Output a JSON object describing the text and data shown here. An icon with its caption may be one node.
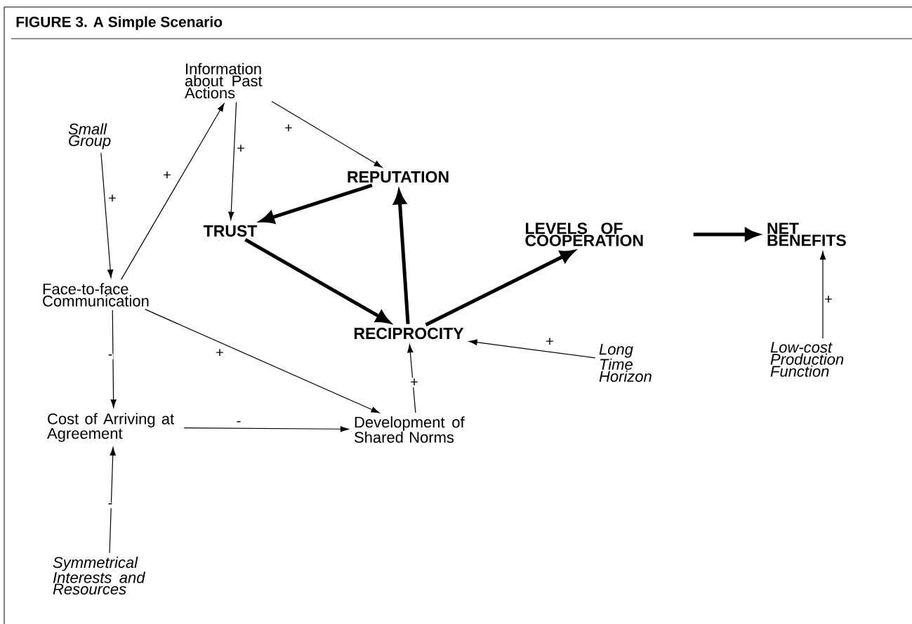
{
  "diagram": {
    "title": "FIGURE 3. A Simple Scenario",
    "nodes": [
      {
        "text": [
          "Information about Past Actions"
        ]
      },
      {
        "text": [
          "Small Group"
        ]
      },
      {
        "text": [
          "REPUTATION"
        ]
      },
      {
        "text": [
          "TRUST"
        ]
      },
      {
        "text": [
          "LEVELS OF COOPERATION"
        ]
      },
      {
        "text": [
          "NET BENEFITS"
        ]
      },
      {
        "text": [
          "Face-to-face Communication"
        ]
      },
      {
        "text": [
          "RECIPROCITY"
        ]
      },
      {
        "text": [
          "Long Time Horizon"
        ]
      },
      {
        "text": [
          "Low-cost Production Function"
        ]
      },
      {
        "text": [
          "Cost of Arriving at Agreement"
        ]
      },
      {
        "text": [
          "Development of Shared Norms"
        ]
      },
      {
        "text": [
          "Symmetrical Interests and Resources"
        ]
      }
    ],
    "edges": [
      {
        "from": 6,
        "to": 0,
        "arrow": "to",
        "label": "+"
      },
      {
        "from": 0,
        "to": 3,
        "arrow": "to",
        "label": "+"
      },
      {
        "from": 0,
        "to": 2,
        "arrow": "to",
        "label": "+"
      },
      {
        "from": 1,
        "to": 6,
        "arrow": "to",
        "label": "+"
      },
      {
        "from": 2,
        "to": 3,
        "arrow": "to",
        "style": "thick"
      },
      {
        "from": 3,
        "to": 7,
        "arrow": "to",
        "style": "thick"
      },
      {
        "from": 7,
        "to": 2,
        "arrow": "to",
        "style": "thick"
      },
      {
        "from": 7,
        "to": 4,
        "arrow": "to",
        "style": "thick"
      },
      {
        "from": 4,
        "to": 5,
        "arrow": "to",
        "style": "thick"
      },
      {
        "from": 8,
        "to": 7,
        "arrow": "to",
        "label": "+"
      },
      {
        "from": 9,
        "to": 5,
        "arrow": "to",
        "label": "+"
      },
      {
        "from": 6,
        "to": 10,
        "arrow": "to",
        "label": "-"
      },
      {
        "from": 6,
        "to": 11,
        "arrow": "to",
        "label": "+"
      },
      {
        "from": 10,
        "to": 11,
        "arrow": "to",
        "label": "-"
      },
      {
        "from": 11,
        "to": 7,
        "arrow": "to",
        "label": "+"
      },
      {
        "from": 12,
        "to": 10,
        "arrow": "to",
        "label": "-"
      }
    ]
  }
}
